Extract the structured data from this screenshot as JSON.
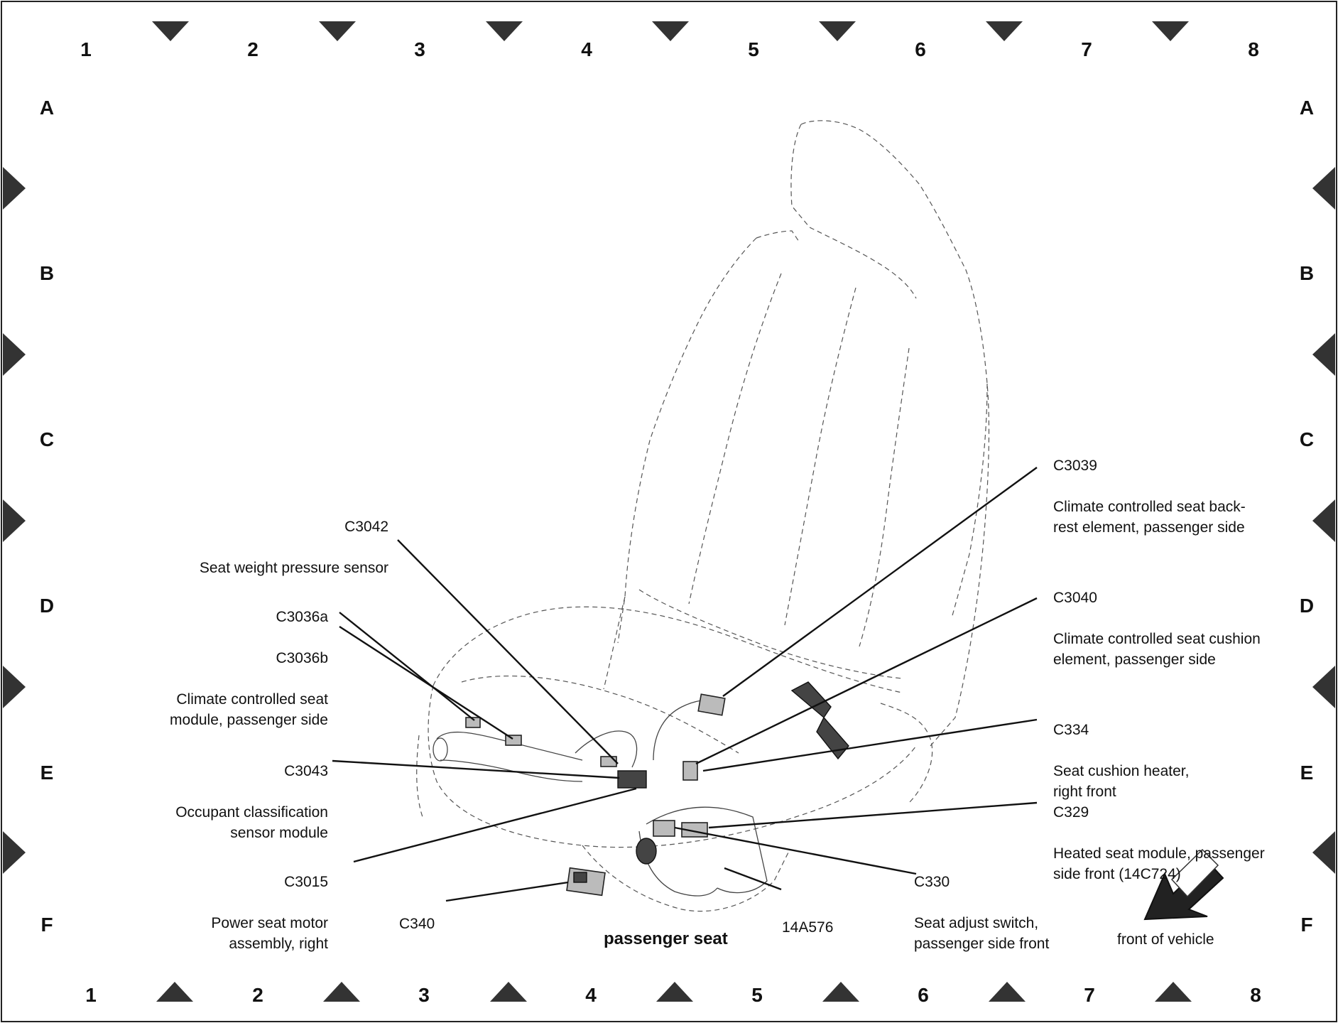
{
  "grid": {
    "columns": [
      "1",
      "2",
      "3",
      "4",
      "5",
      "6",
      "7",
      "8"
    ],
    "rows": [
      "A",
      "B",
      "C",
      "D",
      "E",
      "F"
    ]
  },
  "callouts": {
    "c3042": {
      "connector": "C3042",
      "description": "Seat weight pressure sensor"
    },
    "c3036": {
      "connector_a": "C3036a",
      "connector_b": "C3036b",
      "description": "Climate controlled seat\nmodule, passenger side"
    },
    "c3043": {
      "connector": "C3043",
      "description": "Occupant classification\nsensor module"
    },
    "c3015": {
      "connector": "C3015",
      "description": "Power seat motor\nassembly, right"
    },
    "c340": {
      "connector": "C340"
    },
    "c14a576": {
      "label": "14A576"
    },
    "c3039": {
      "connector": "C3039",
      "description": "Climate controlled seat back-\nrest element, passenger side"
    },
    "c3040": {
      "connector": "C3040",
      "description": "Climate controlled seat cushion\nelement, passenger side"
    },
    "c334": {
      "connector": "C334",
      "description": "Seat cushion heater,\nright front"
    },
    "c329": {
      "connector": "C329",
      "description": "Heated seat module, passenger\nside front (14C724)"
    },
    "c330": {
      "connector": "C330",
      "description": "Seat adjust switch,\npassenger side front"
    }
  },
  "caption": "passenger seat",
  "orientation": {
    "label": "front of vehicle",
    "icon": "arrow-down-left-icon"
  },
  "colors": {
    "ink": "#111111",
    "background": "#ffffff",
    "shading": "#666666"
  }
}
